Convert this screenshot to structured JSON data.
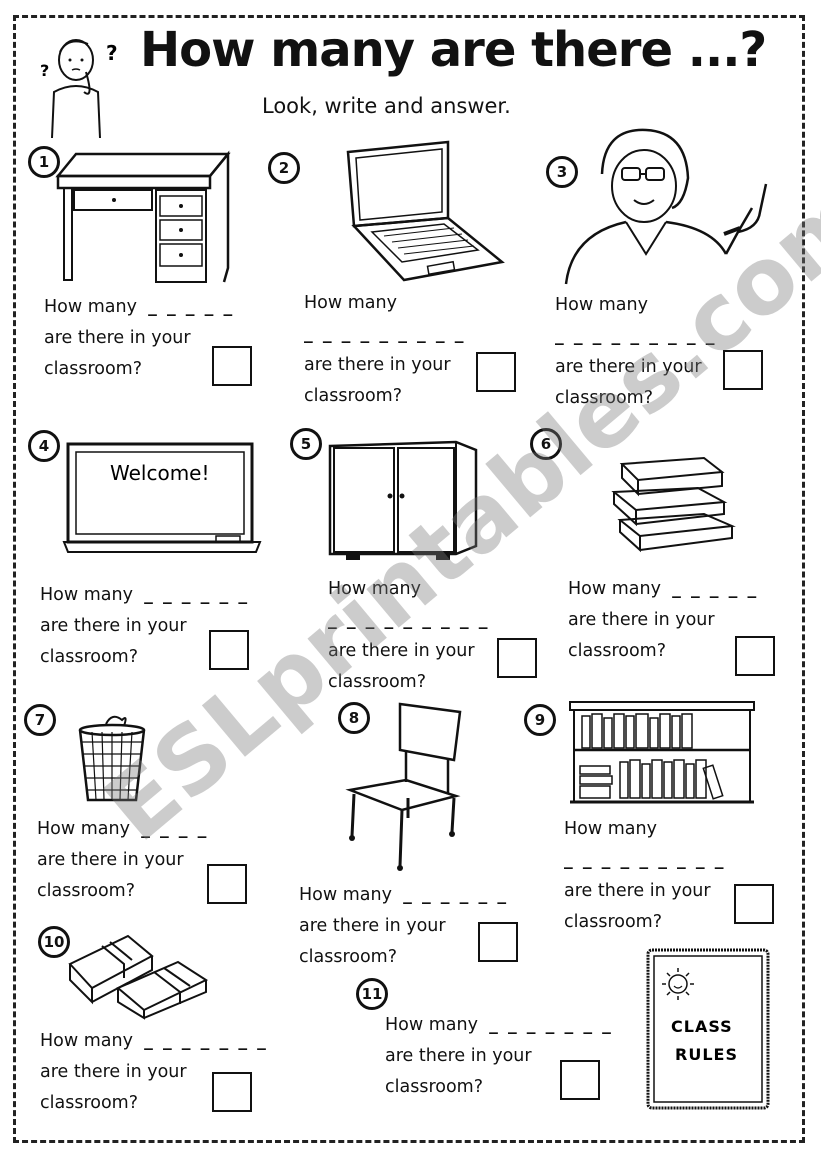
{
  "title": "How many are there ...?",
  "subtitle": "Look, write and answer.",
  "watermark": "ESLprintables.com",
  "items": [
    {
      "number": "1",
      "icon": "desk-icon",
      "line1": "How many",
      "blank1": "_ _ _ _ _",
      "line2": "are there in your",
      "line3": "classroom?"
    },
    {
      "number": "2",
      "icon": "laptop-icon",
      "line1": "How many",
      "blank2": "_ _ _ _ _ _ _ _ _",
      "line2": "are there in your",
      "line3": "classroom?"
    },
    {
      "number": "3",
      "icon": "teacher-icon",
      "line1": "How many",
      "blank2": "_ _ _ _ _ _ _ _ _",
      "line2": "are there in your",
      "line3": "classroom?"
    },
    {
      "number": "4",
      "icon": "board-icon",
      "board_text": "Welcome!",
      "line1": "How many",
      "blank1": "_ _ _ _ _ _",
      "line2": "are there in your",
      "line3": "classroom?"
    },
    {
      "number": "5",
      "icon": "cupboard-icon",
      "line1": "How many",
      "blank2": "_ _ _ _ _ _ _ _ _",
      "line2": "are there in your",
      "line3": "classroom?"
    },
    {
      "number": "6",
      "icon": "books-icon",
      "line1": "How many",
      "blank1": "_ _ _ _ _",
      "line2": "are there in your",
      "line3": "classroom?"
    },
    {
      "number": "7",
      "icon": "bin-icon",
      "line1": "How many",
      "blank1": "_ _ _ _",
      "line2": "are there in your",
      "line3": "classroom?"
    },
    {
      "number": "8",
      "icon": "chair-icon",
      "line1": "How many",
      "blank1": "_ _ _ _ _ _",
      "line2": "are there in your",
      "line3": "classroom?"
    },
    {
      "number": "9",
      "icon": "bookshelf-icon",
      "line1": "How many",
      "blank2": "_ _ _ _ _ _ _ _ _",
      "line2": "are there in your",
      "line3": "classroom?"
    },
    {
      "number": "10",
      "icon": "rubber-icon",
      "line1": "How many",
      "blank1": "_ _ _ _ _ _ _",
      "line2": "are there in your",
      "line3": "classroom?"
    },
    {
      "number": "11",
      "icon": "poster-icon",
      "poster_text": "CLASS RULES",
      "line1": "How many",
      "blank1": "_ _ _ _ _ _ _",
      "line2": "are there in your",
      "line3": "classroom?"
    }
  ]
}
